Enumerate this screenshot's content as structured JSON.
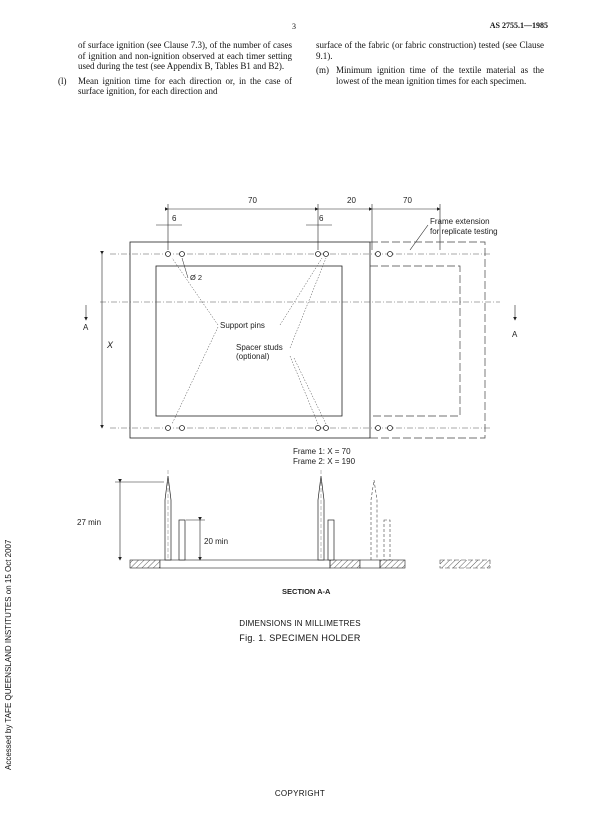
{
  "header": {
    "page_number": "3",
    "document_id": "AS 2755.1—1985"
  },
  "left_column": {
    "continuation": "of surface ignition (see Clause 7.3), of the number of cases of ignition and non-ignition observed at each timer setting used during the test (see Appendix B, Tables B1 and B2).",
    "item_l_label": "(l)",
    "item_l_text": "Mean ignition time for each direction or, in the case of surface ignition, for each direction and"
  },
  "right_column": {
    "continuation": "surface of the fabric (or fabric construction) tested (see Clause 9.1).",
    "item_m_label": "(m)",
    "item_m_text": "Minimum ignition time of the textile material as the lowest of the mean ignition times for each specimen."
  },
  "figure": {
    "dim_70_top": "70",
    "dim_20_top": "20",
    "dim_70_ext": "70",
    "dim_6_left": "6",
    "dim_6_mid": "6",
    "hole_dia": "Ø 2",
    "frame_ext_line1": "Frame extension",
    "frame_ext_line2": "for replicate testing",
    "section_mark_left": "A",
    "section_mark_right": "A",
    "dim_x": "X",
    "support_pins": "Support pins",
    "spacer_line1": "Spacer studs",
    "spacer_line2": "(optional)",
    "frame1": "Frame 1: X = 70",
    "frame2": "Frame 2: X = 190",
    "dim_27": "27 min",
    "dim_20": "20 min",
    "section_label": "SECTION A-A"
  },
  "captions": {
    "dimensions": "DIMENSIONS IN MILLIMETRES",
    "figure_title": "Fig. 1. SPECIMEN HOLDER"
  },
  "side_note": "Accessed by TAFE QUEENSLAND INSTITUTES on 15 Oct 2007",
  "footer": {
    "copyright": "COPYRIGHT"
  }
}
